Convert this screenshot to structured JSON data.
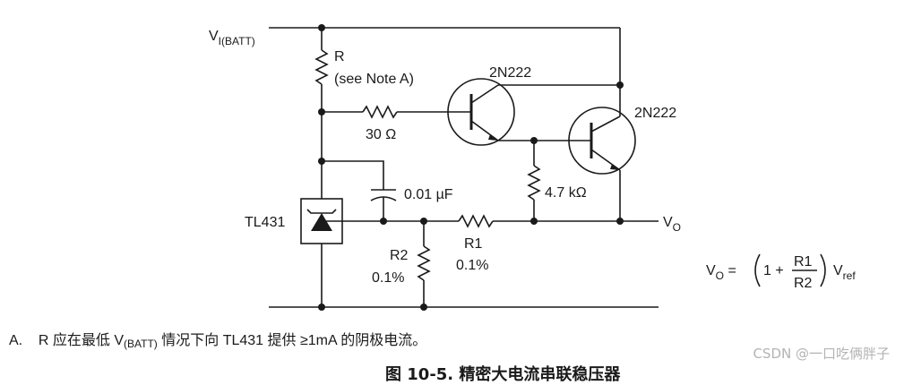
{
  "diagram": {
    "input_label": "V",
    "input_sub": "I(BATT)",
    "r_label": "R",
    "r_note": "(see Note A)",
    "q1_label": "2N222",
    "q2_label": "2N222",
    "r_base_value": "30 Ω",
    "cap_value": "0.01 µF",
    "r_4k7_value": "4.7 kΩ",
    "tl431_label": "TL431",
    "r2_label": "R2",
    "r2_tol": "0.1%",
    "r1_label": "R1",
    "r1_tol": "0.1%",
    "out_label": "V",
    "out_sub": "O",
    "formula": {
      "lhs": "V",
      "lhs_sub": "O",
      "eq": " = ",
      "one_plus": "1 + ",
      "num": "R1",
      "den": "R2",
      "rhs": "V",
      "rhs_sub": "ref"
    }
  },
  "note": {
    "marker": "A.",
    "text_before": "R 应在最低 V",
    "text_sub": "(BATT)",
    "text_after": " 情况下向 TL431 提供 ≥1mA 的阴极电流。"
  },
  "caption": "图 10-5. 精密大电流串联稳压器",
  "watermark": "CSDN @一口吃俩胖子"
}
